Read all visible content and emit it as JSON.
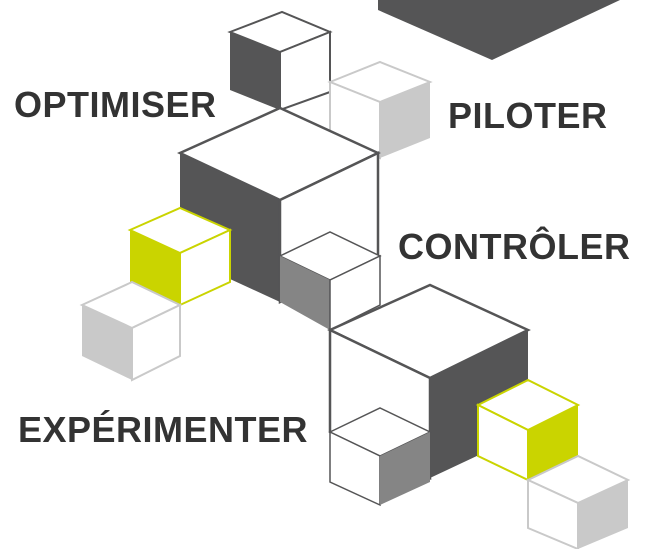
{
  "labels": {
    "optimiser": "OPTIMISER",
    "piloter": "PILOTER",
    "controler": "CONTRÔLER",
    "experimenter": "EXPÉRIMENTER"
  },
  "colors": {
    "dark": "#555556",
    "mid": "#858585",
    "light": "#c9c9c9",
    "accent": "#cad400",
    "outline": "#555556",
    "text": "#333333"
  }
}
